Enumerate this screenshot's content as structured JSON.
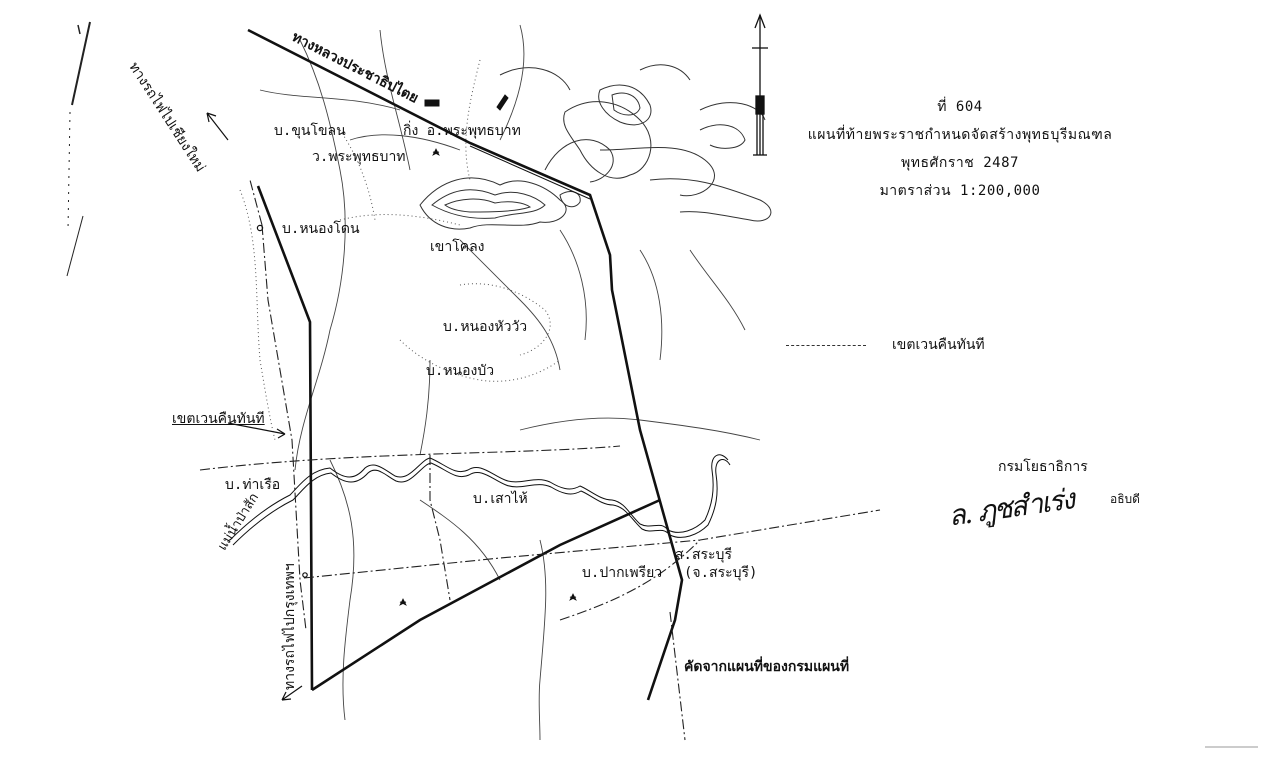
{
  "map": {
    "title_block": {
      "number": "ที่ 604",
      "title": "แผนที่ท้ายพระราชกำหนดจัดสร้างพุทธบุรีมณฑล",
      "year": "พุทธศักราช  2487",
      "scale": "มาตราส่วน 1:200,000"
    },
    "legend": {
      "boundary_symbol": "dash-dot-line",
      "boundary_label": "เขตเวนคืนทันที"
    },
    "authority": {
      "department": "กรมโยธาธิการ",
      "signature": "ล. ฦูชสำเร่ง",
      "signature_role": "อธิบดี"
    },
    "source_note": "คัดจากแผนที่ของกรมแผนที่",
    "north_arrow": "north-arrow-icon",
    "place_labels": {
      "highway": "ทางหลวงประชาธิปไตย",
      "rail_north": "ทางรถไฟไปเชียงใหม่",
      "rail_south": "ทางรถไฟไปกรุงเทพฯ",
      "ban_khun_khon": "บ.ขุนโขลน",
      "king_amphoe": "กิ่ง อ.พระพุทธบาท",
      "wat_phra_phutthabat": "ว.พระพุทธบาท",
      "ban_nong_khon": "บ.หนองโดน",
      "khao_khlong": "เขาโคลง",
      "ban_nong_hua_wua": "บ.หนองหัววัว",
      "ban_nong_bua": "บ.หนองบัว",
      "boundary_callout": "เขตเวนคืนทันที",
      "ban_tha_ruea": "บ.ท่าเรือ",
      "pa_sak_river": "แม่น้ำป่าสัก",
      "ban_sao_hai": "บ.เสาไห้",
      "saraburi_station": "ส.สระบุรี",
      "ban_pak_phriao": "บ.ปากเพรียว",
      "saraburi_province": "(จ.สระบุรี)"
    }
  }
}
